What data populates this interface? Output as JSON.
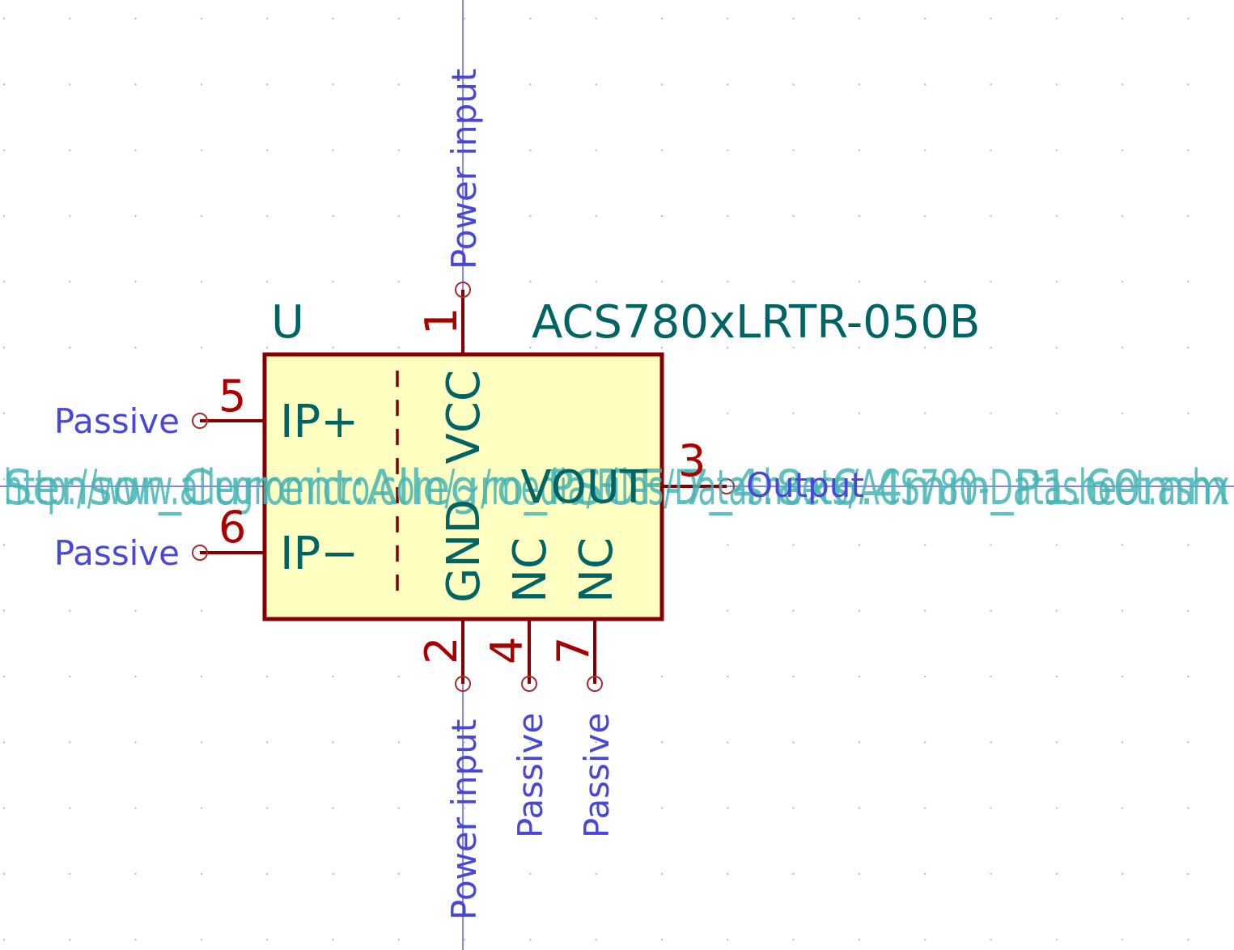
{
  "colors": {
    "background": "#ffffff",
    "grid_dot": "#b4b4b4",
    "body_fill": "#ffffc2",
    "body_stroke": "#840000",
    "pin_line": "#840000",
    "pin_number": "#a90000",
    "pin_name": "#006464",
    "reference": "#006464",
    "value": "#006464",
    "electrical_type": "#4848d8",
    "axis_line": "#3a3ad8",
    "field_overlay": "#47b4b4",
    "pin_end_circle": "#a03030"
  },
  "symbol": {
    "reference": "U",
    "value": "ACS780xLRTR-050B",
    "footprint_text": "Sensor_Current:Allegro_PSOF-7_4.8x6.4mm_P1.60mm",
    "datasheet_text": "http://www.allegromicro.com/~/media/Files/Datasheets/ACS780-Datasheet.ashx"
  },
  "pins": [
    {
      "number": "1",
      "name": "VCC",
      "type": "Power input"
    },
    {
      "number": "2",
      "name": "GND",
      "type": "Power input"
    },
    {
      "number": "3",
      "name": "VOUT",
      "type": "Output"
    },
    {
      "number": "4",
      "name": "NC",
      "type": "Passive"
    },
    {
      "number": "5",
      "name": "IP+",
      "type": "Passive"
    },
    {
      "number": "6",
      "name": "IP−",
      "type": "Passive"
    },
    {
      "number": "7",
      "name": "NC",
      "type": "Passive"
    }
  ]
}
